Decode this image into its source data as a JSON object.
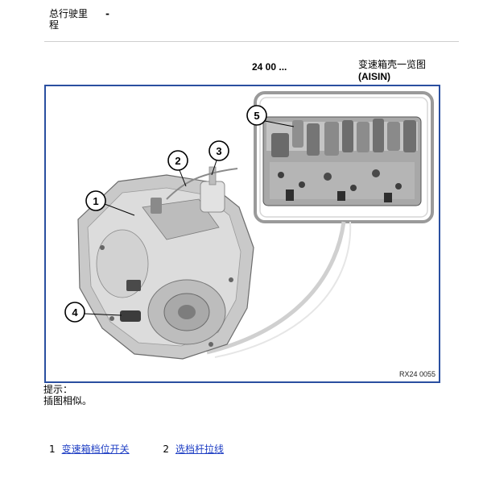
{
  "header": {
    "mileage_label": "总行驶里程",
    "mileage_value": "-"
  },
  "doc": {
    "code": "24 00 ...",
    "title": "变速箱壳一览图",
    "title_sub": "(AISIN)"
  },
  "figure": {
    "callouts": [
      "1",
      "2",
      "3",
      "4",
      "5"
    ],
    "ref_code": "RX24 0055"
  },
  "note": {
    "label": "提示：",
    "text": "插图相似。"
  },
  "links": [
    {
      "num": "1",
      "label": "变速箱档位开关"
    },
    {
      "num": "2",
      "label": "选档杆拉线"
    }
  ],
  "colors": {
    "frame_border": "#2a4fa0",
    "link": "#1f3fc4"
  }
}
